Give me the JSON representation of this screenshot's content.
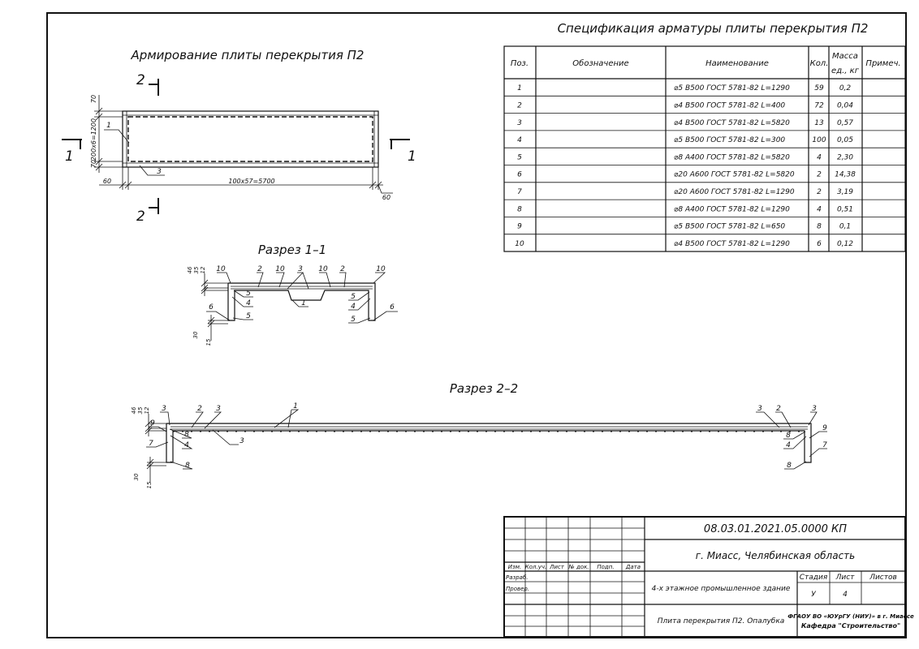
{
  "titles": {
    "plan": "Армирование плиты перекрытия П2",
    "section11": "Разрез 1–1",
    "section22": "Разрез 2–2",
    "spec": "Спецификация арматуры плиты перекрытия П2"
  },
  "plan_dims": {
    "top_70": "70",
    "mid": "200x6=1200",
    "bot_70": "70",
    "left_60": "60",
    "span": "100x57=5700",
    "right_60": "60",
    "mark1": "1",
    "mark3": "3",
    "cut1_left": "1",
    "cut1_right": "1",
    "cut2_top": "2",
    "cut2_bottom": "2"
  },
  "section_dims": {
    "d46": "46",
    "d35": "35",
    "d12": "12",
    "d30": "30",
    "d15": "15"
  },
  "spec_table": {
    "headers": [
      "Поз.",
      "Обозначение",
      "Наименование",
      "Кол.",
      "Масса ед., кг",
      "Примеч."
    ],
    "header_mass_l1": "Масса",
    "header_mass_l2": "ед., кг",
    "rows": [
      {
        "pos": "1",
        "des": "",
        "name": "⌀5 В500 ГОСТ 5781-82  L=1290",
        "qty": "59",
        "mass": "0,2",
        "note": ""
      },
      {
        "pos": "2",
        "des": "",
        "name": "⌀4 В500 ГОСТ 5781-82  L=400",
        "qty": "72",
        "mass": "0,04",
        "note": ""
      },
      {
        "pos": "3",
        "des": "",
        "name": "⌀4 В500 ГОСТ 5781-82   L=5820",
        "qty": "13",
        "mass": "0,57",
        "note": ""
      },
      {
        "pos": "4",
        "des": "",
        "name": "⌀5 В500 ГОСТ 5781-82  L=300",
        "qty": "100",
        "mass": "0,05",
        "note": ""
      },
      {
        "pos": "5",
        "des": "",
        "name": "⌀8 А400 ГОСТ 5781-82  L=5820",
        "qty": "4",
        "mass": "2,30",
        "note": ""
      },
      {
        "pos": "6",
        "des": "",
        "name": "⌀20 А600 ГОСТ 5781-82   L=5820",
        "qty": "2",
        "mass": "14,38",
        "note": ""
      },
      {
        "pos": "7",
        "des": "",
        "name": "⌀20 А600 ГОСТ 5781-82   L=1290",
        "qty": "2",
        "mass": "3,19",
        "note": ""
      },
      {
        "pos": "8",
        "des": "",
        "name": "⌀8 А400 ГОСТ 5781-82   L=1290",
        "qty": "4",
        "mass": "0,51",
        "note": ""
      },
      {
        "pos": "9",
        "des": "",
        "name": "⌀5 В500 ГОСТ 5781-82  L=650",
        "qty": "8",
        "mass": "0,1",
        "note": ""
      },
      {
        "pos": "10",
        "des": "",
        "name": "⌀4 В500 ГОСТ 5781-82   L=1290",
        "qty": "6",
        "mass": "0,12",
        "note": ""
      }
    ]
  },
  "title_block": {
    "code": "08.03.01.2021.05.0000 КП",
    "location": "г. Миасс, Челябинская область",
    "building": "4-х этажное промышленное здание",
    "drawing": "Плита перекрытия П2. Опалубка",
    "stage_label": "Стадия",
    "sheet_label": "Лист",
    "sheets_label": "Листов",
    "stage_value": "У",
    "sheet_value": "4",
    "org_line1": "ФГАОУ ВО «ЮУрГУ (НИУ)» в г. Миассе",
    "org_line2": "Кафедра \"Строительство\"",
    "col_izm": "Изм.",
    "col_koluch": "Кол.уч.",
    "col_list": "Лист",
    "col_ndok": "№ док.",
    "col_podp": "Подп.",
    "col_data": "Дата",
    "razrab": "Разраб.",
    "prover": "Провер."
  }
}
